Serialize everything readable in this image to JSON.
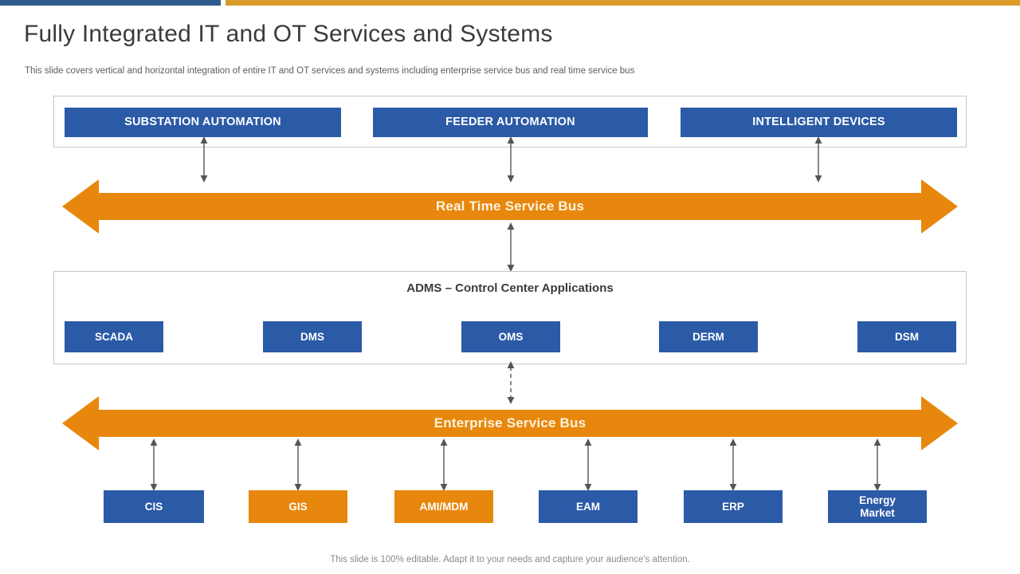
{
  "header": {
    "title": "Fully Integrated IT and OT Services and Systems",
    "subtitle": "This slide covers vertical and horizontal integration of entire IT and OT  services and systems including enterprise service bus and real time service bus"
  },
  "footer": {
    "note": "This slide is 100% editable. Adapt it to your needs and capture your audience's attention."
  },
  "colors": {
    "accent_blue": "#2e5b8e",
    "accent_orange": "#d99c29",
    "box_blue": "#2b5aa7",
    "box_orange": "#e8870d",
    "bus_orange": "#e8870d",
    "panel_border": "#c7c7c7",
    "title_text": "#3b3b3b",
    "bus_label_text": "#fdf3e0"
  },
  "ot_layer": {
    "boxes": [
      {
        "label": "SUBSTATION AUTOMATION",
        "color": "blue"
      },
      {
        "label": "FEEDER AUTOMATION",
        "color": "blue"
      },
      {
        "label": "INTELLIGENT DEVICES",
        "color": "blue"
      }
    ]
  },
  "real_time_bus": {
    "label": "Real Time Service Bus"
  },
  "adms": {
    "title": "ADMS – Control Center Applications",
    "boxes": [
      {
        "label": "SCADA",
        "color": "blue"
      },
      {
        "label": "DMS",
        "color": "blue"
      },
      {
        "label": "OMS",
        "color": "blue"
      },
      {
        "label": "DERM",
        "color": "blue"
      },
      {
        "label": "DSM",
        "color": "blue"
      }
    ]
  },
  "enterprise_bus": {
    "label": "Enterprise Service Bus"
  },
  "it_layer": {
    "boxes": [
      {
        "label": "CIS",
        "color": "blue"
      },
      {
        "label": "GIS",
        "color": "orange"
      },
      {
        "label": "AMI/MDM",
        "color": "orange"
      },
      {
        "label": "EAM",
        "color": "blue"
      },
      {
        "label": "ERP",
        "color": "blue"
      },
      {
        "label": "Energy Market",
        "color": "blue",
        "line1": "Energy",
        "line2": "Market"
      }
    ]
  }
}
